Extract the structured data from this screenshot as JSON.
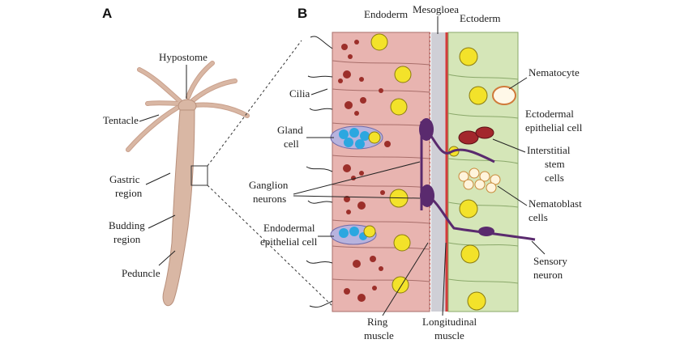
{
  "panels": {
    "a": "A",
    "b": "B"
  },
  "panel_a_labels": {
    "hypostome": "Hypostome",
    "tentacle": "Tentacle",
    "gastric_1": "Gastric",
    "gastric_2": "region",
    "budding_1": "Budding",
    "budding_2": "region",
    "peduncle": "Peduncle"
  },
  "panel_b_labels": {
    "endoderm": "Endoderm",
    "mesogloea": "Mesogloea",
    "ectoderm": "Ectoderm",
    "cilia": "Cilia",
    "gland_1": "Gland",
    "gland_2": "cell",
    "ganglion_1": "Ganglion",
    "ganglion_2": "neurons",
    "endo_epi_1": "Endodermal",
    "endo_epi_2": "epithelial cell",
    "nematocyte": "Nematocyte",
    "ecto_epi_1": "Ectodermal",
    "ecto_epi_2": "epithelial cell",
    "interstitial_1": "Interstitial",
    "interstitial_2": "stem",
    "interstitial_3": "cells",
    "nematoblast_1": "Nematoblast",
    "nematoblast_2": "cells",
    "sensory_1": "Sensory",
    "sensory_2": "neuron",
    "ring_1": "Ring",
    "ring_2": "muscle",
    "longitudinal_1": "Longitudinal",
    "longitudinal_2": "muscle"
  },
  "colors": {
    "hydra_body": "#d9b7a4",
    "endoderm_cell": "#e8b4b0",
    "endoderm_granule": "#9c2f2a",
    "ectoderm_cell": "#d5e6b8",
    "mesogloea": "#cfcfd6",
    "nucleus": "#f3e22a",
    "gland_vesicle": "#2ba7e0",
    "neuron": "#5a2a6e",
    "muscle_red": "#d43a3a"
  }
}
